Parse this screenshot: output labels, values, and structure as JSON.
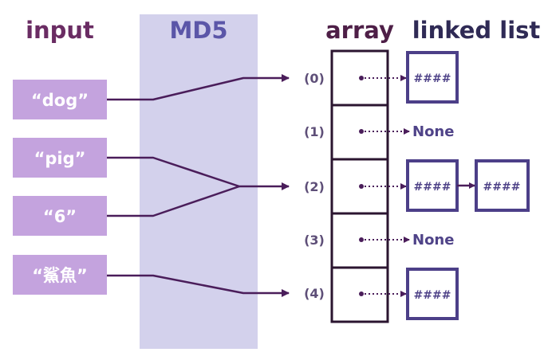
{
  "headers": {
    "input": "input",
    "md5": "MD5",
    "array": "array",
    "linked_list": "linked list"
  },
  "inputs": [
    "“dog”",
    "“pig”",
    "“6”",
    "“鯊魚”"
  ],
  "indices": [
    "(0)",
    "(1)",
    "(2)",
    "(3)",
    "(4)"
  ],
  "hash_label": "####",
  "none_label": "None",
  "colors": {
    "input_header": "#6a2c63",
    "md5_header": "#5b56a8",
    "array_header": "#4e1f47",
    "list_header": "#2f2a55",
    "input_box": "#c4a3de",
    "md5_band": "#d3d1ec",
    "array_border": "#2b1530",
    "node_border": "#4c3f88",
    "line": "#4a1d5a"
  }
}
